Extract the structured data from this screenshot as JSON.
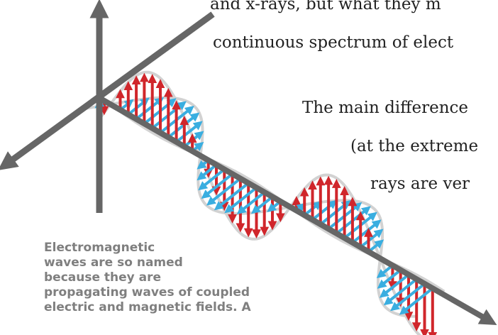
{
  "text_lines": [
    "and x-rays, but what they m",
    "continuous spectrum of elect",
    "The main difference",
    "(at the extreme",
    "rays are ver"
  ],
  "caption_lines": [
    "Electromagnetic",
    "waves are so named",
    "because they are",
    "propagating waves of coupled",
    "electric and magnetic fields. A"
  ],
  "colors": {
    "electric_field": "#d0262b",
    "magnetic_field": "#3aaee0",
    "axis": "#666666",
    "envelope": "#d2d2d2",
    "caption": "#7f7f7f",
    "body_text": "#222222"
  }
}
